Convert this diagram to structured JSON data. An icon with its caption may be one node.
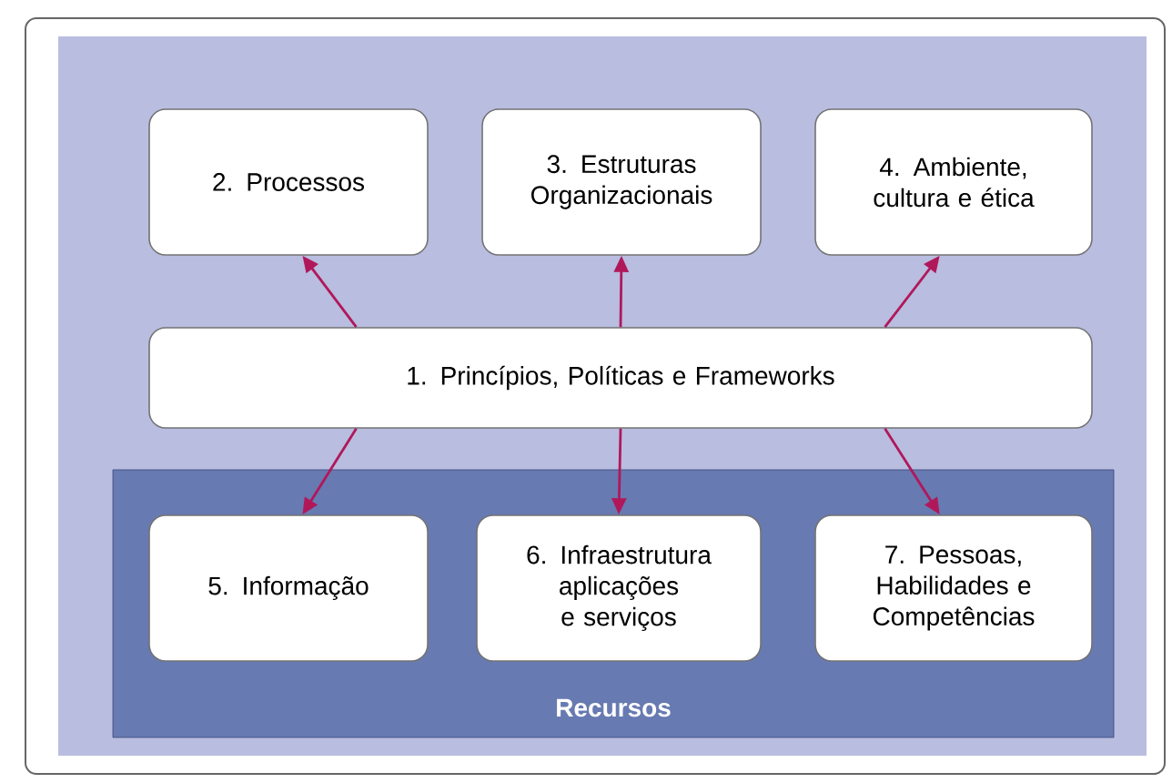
{
  "diagram": {
    "nodes": [
      {
        "text": [
          "2. Processos"
        ]
      },
      {
        "text": [
          "3. Estruturas Organizacionais"
        ]
      },
      {
        "text": [
          "4. Ambiente, cultura e ética"
        ]
      },
      {
        "text": [
          "1. Princípios, Políticas e Frameworks"
        ]
      },
      {
        "text": [
          "Recursos"
        ]
      },
      {
        "text": [
          "5. Informação"
        ],
        "in": 4
      },
      {
        "text": [
          "6. Infraestrutura aplicações e serviços"
        ],
        "in": 4
      },
      {
        "text": [
          "7. Pessoas, Habilidades e Competências"
        ],
        "in": 4
      }
    ],
    "edges": [
      {
        "from": 3,
        "to": 0,
        "arrow": "to"
      },
      {
        "from": 3,
        "to": 1,
        "arrow": "to"
      },
      {
        "from": 3,
        "to": 2,
        "arrow": "to"
      },
      {
        "from": 3,
        "to": 5,
        "arrow": "to"
      },
      {
        "from": 3,
        "to": 6,
        "arrow": "to"
      },
      {
        "from": 3,
        "to": 7,
        "arrow": "to"
      }
    ]
  }
}
